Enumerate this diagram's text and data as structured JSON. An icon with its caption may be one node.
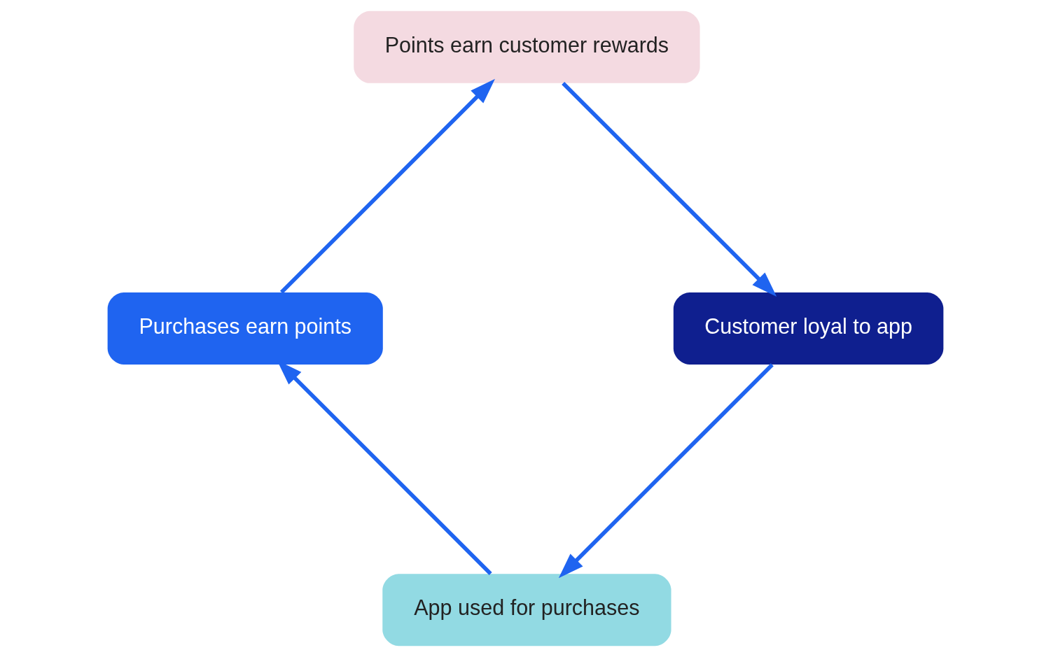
{
  "diagram": {
    "nodes": [
      {
        "text": [
          "App used for purchases"
        ]
      },
      {
        "text": [
          "Purchases earn points"
        ]
      },
      {
        "text": [
          "Points earn customer rewards"
        ]
      },
      {
        "text": [
          "Customer loyal to app"
        ]
      }
    ],
    "edges": [
      {
        "from": 0,
        "to": 1,
        "arrow": "to"
      },
      {
        "from": 1,
        "to": 2,
        "arrow": "to"
      },
      {
        "from": 2,
        "to": 3,
        "arrow": "to"
      },
      {
        "from": 3,
        "to": 0,
        "arrow": "to"
      }
    ]
  }
}
